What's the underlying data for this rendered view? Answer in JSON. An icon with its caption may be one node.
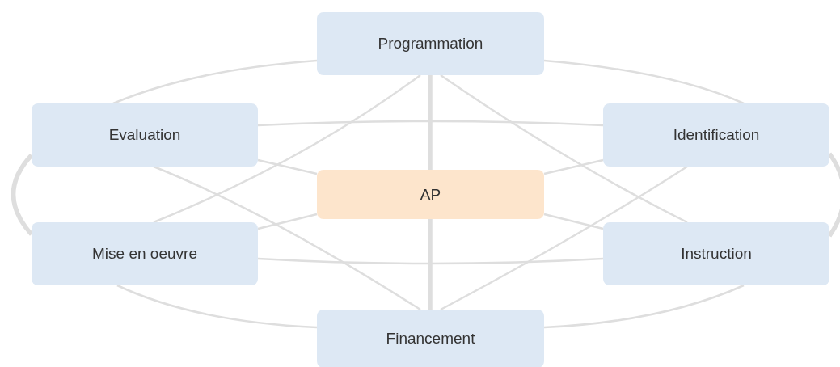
{
  "diagram": {
    "nodes": [
      {
        "text": [
          "Programmation"
        ]
      },
      {
        "text": [
          "Evaluation"
        ]
      },
      {
        "text": [
          "Identification"
        ]
      },
      {
        "text": [
          "AP"
        ]
      },
      {
        "text": [
          "Mise en oeuvre"
        ]
      },
      {
        "text": [
          "Instruction"
        ]
      },
      {
        "text": [
          "Financement"
        ]
      }
    ],
    "edges": [
      {
        "from": 3,
        "to": 0,
        "arrow": "none",
        "style": "thick"
      },
      {
        "from": 3,
        "to": 1,
        "arrow": "none"
      },
      {
        "from": 3,
        "to": 2,
        "arrow": "none"
      },
      {
        "from": 3,
        "to": 4,
        "arrow": "none"
      },
      {
        "from": 3,
        "to": 5,
        "arrow": "none"
      },
      {
        "from": 3,
        "to": 6,
        "arrow": "none",
        "style": "thick"
      },
      {
        "from": 0,
        "to": 2,
        "arrow": "none"
      },
      {
        "from": 2,
        "to": 5,
        "arrow": "none",
        "style": "thick"
      },
      {
        "from": 5,
        "to": 6,
        "arrow": "none"
      },
      {
        "from": 6,
        "to": 4,
        "arrow": "none"
      },
      {
        "from": 4,
        "to": 1,
        "arrow": "none",
        "style": "thick"
      },
      {
        "from": 1,
        "to": 0,
        "arrow": "none"
      },
      {
        "from": 0,
        "to": 5,
        "arrow": "none"
      },
      {
        "from": 2,
        "to": 6,
        "arrow": "none"
      },
      {
        "from": 6,
        "to": 1,
        "arrow": "none"
      },
      {
        "from": 4,
        "to": 0,
        "arrow": "none"
      },
      {
        "from": 1,
        "to": 2,
        "arrow": "none"
      },
      {
        "from": 4,
        "to": 5,
        "arrow": "none"
      }
    ]
  }
}
